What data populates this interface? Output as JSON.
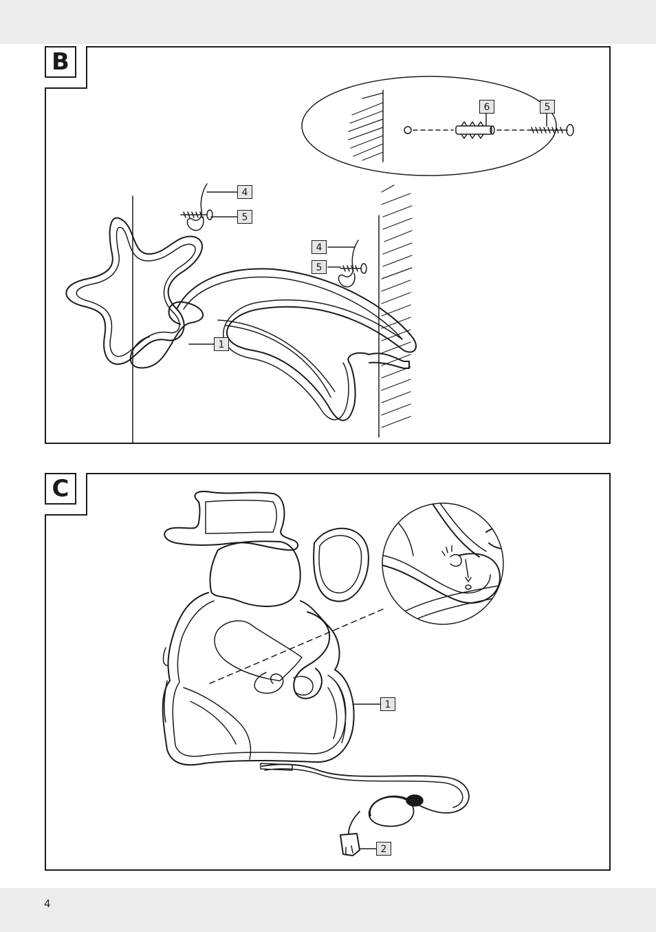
{
  "page": {
    "number": "4"
  },
  "figure_b": {
    "letter": "B",
    "callouts": {
      "c6": "6",
      "c5_detail": "5",
      "c4_left": "4",
      "c5_left": "5",
      "c4_right": "4",
      "c5_right": "5",
      "c1": "1"
    }
  },
  "figure_c": {
    "letter": "C",
    "callouts": {
      "c1": "1",
      "c2": "2"
    }
  }
}
